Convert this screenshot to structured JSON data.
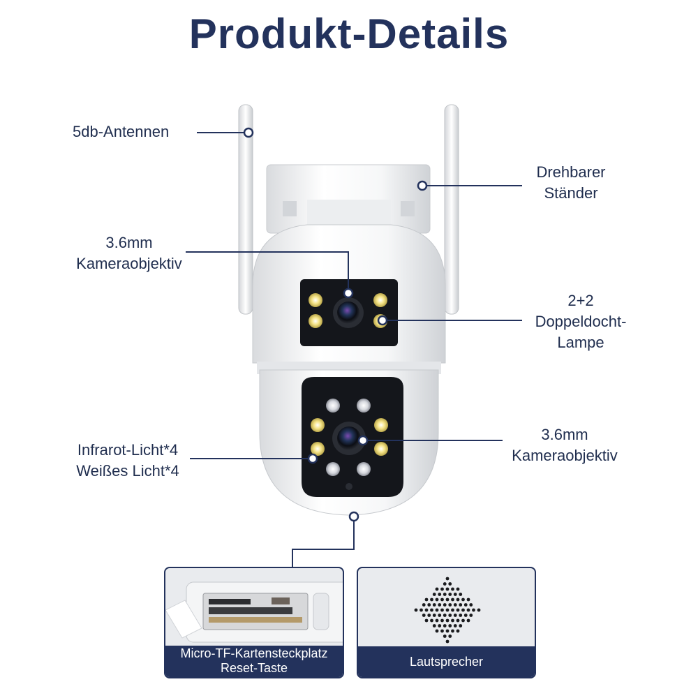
{
  "title": "Produkt-Details",
  "callouts": {
    "antennas": "5db-Antennen",
    "stand": [
      "Drehbarer",
      "Ständer"
    ],
    "top_lens": [
      "3.6mm",
      "Kameraobjektiv"
    ],
    "lamp": [
      "2+2",
      "Doppeldocht-",
      "Lampe"
    ],
    "lights": [
      "Infrarot-Licht*4",
      "Weißes Licht*4"
    ],
    "bottom_lens": [
      "3.6mm",
      "Kameraobjektiv"
    ]
  },
  "cards": {
    "slot": [
      "Micro-TF-Kartensteckplatz",
      "Reset-Taste"
    ],
    "speaker": "Lautsprecher"
  },
  "colors": {
    "navy": "#23325c",
    "body_white": "#f4f5f6",
    "panel_black": "#14161b",
    "led_warm": "#f6e58a"
  },
  "icons": [
    "antenna-icon",
    "camera-lens-icon",
    "led-icon",
    "speaker-grille-icon",
    "sd-slot-icon"
  ]
}
